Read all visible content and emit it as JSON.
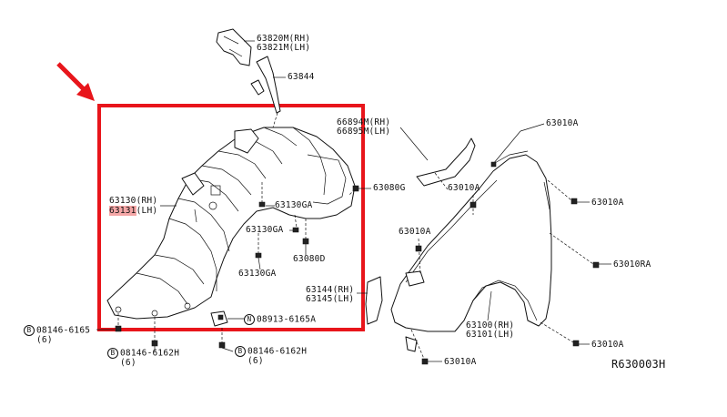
{
  "labels": {
    "p63820m": "63820M(RH)",
    "p63821m": "63821M(LH)",
    "p63844": "63844",
    "p66894m": "66894M(RH)",
    "p66895m": "66895M(LH)",
    "p63010a_top": "63010A",
    "p63130_rh": "63130(RH)",
    "p63131_lh": "63131",
    "p63131_lh_suffix": "(LH)",
    "p63130ga_1": "63130GA",
    "p63130ga_2": "63130GA",
    "p63130ga_3": "63130GA",
    "p63080g": "63080G",
    "p63080d": "63080D",
    "p63010a_2": "63010A",
    "p63010a_3": "63010A",
    "p63010a_4": "63010A",
    "p63010ra": "63010RA",
    "p63144": "63144(RH)",
    "p63145": "63145(LH)",
    "p63100": "63100(RH)",
    "p63101": "63101(LH)",
    "p63010a_5": "63010A",
    "p63010a_6": "63010A",
    "b_bolt_1": "08146-6165",
    "b_bolt_1_qty": "(6)",
    "b_bolt_2": "08146-6162H",
    "b_bolt_2_qty": "(6)",
    "b_bolt_3": "08146-6162H",
    "b_bolt_3_qty": "(6)",
    "n_nut": "08913-6165A",
    "prefix_b": "B",
    "prefix_n": "N",
    "ref_code": "R630003H"
  },
  "colors": {
    "highlight_box": "#e8151b",
    "arrow": "#e8151b",
    "text_highlight": "#f4a6a6",
    "line": "#111111"
  }
}
